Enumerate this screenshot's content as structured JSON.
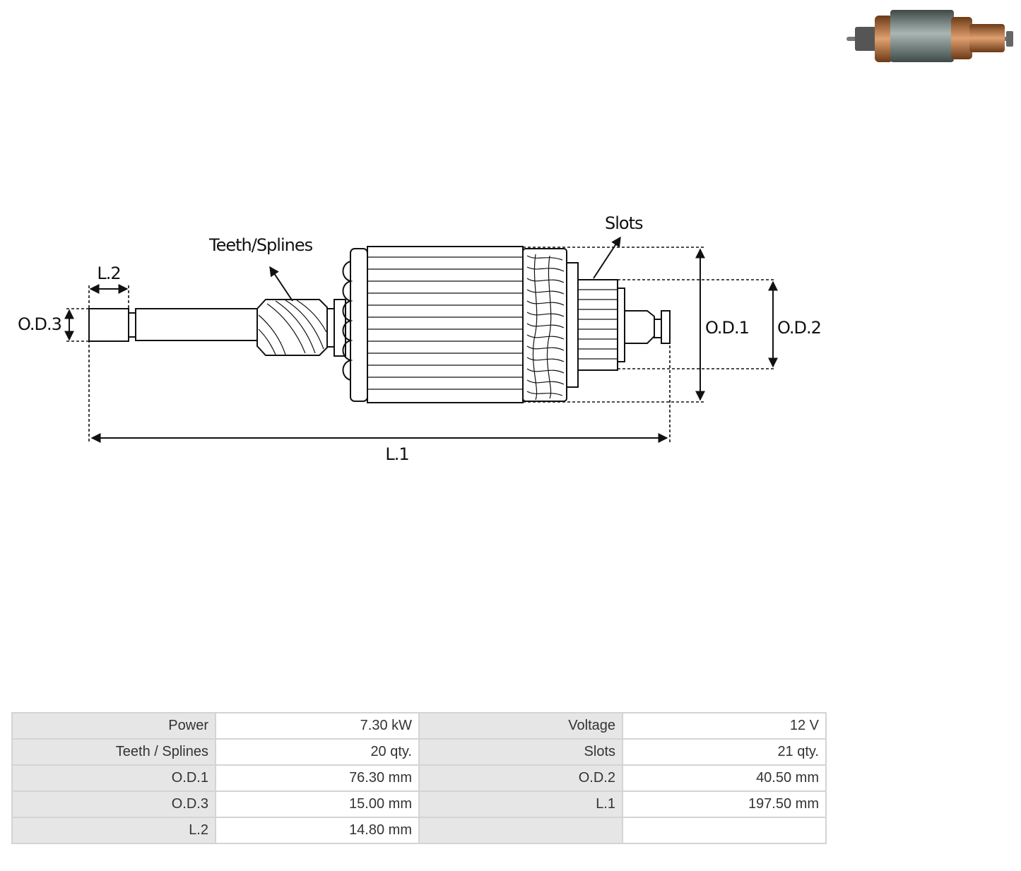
{
  "diagram": {
    "labels": {
      "teeth": "Teeth/Splines",
      "slots": "Slots",
      "l2": "L.2",
      "od3": "O.D.3",
      "od1": "O.D.1",
      "od2": "O.D.2",
      "l1": "L.1"
    },
    "colors": {
      "copper": "#b8723a",
      "steel": "#6f7f7d",
      "line": "#111111"
    }
  },
  "specs": [
    [
      "Power",
      "7.30 kW",
      "Voltage",
      "12 V"
    ],
    [
      "Teeth / Splines",
      "20 qty.",
      "Slots",
      "21 qty."
    ],
    [
      "O.D.1",
      "76.30 mm",
      "O.D.2",
      "40.50 mm"
    ],
    [
      "O.D.3",
      "15.00 mm",
      "L.1",
      "197.50 mm"
    ],
    [
      "L.2",
      "14.80 mm",
      "",
      ""
    ]
  ]
}
